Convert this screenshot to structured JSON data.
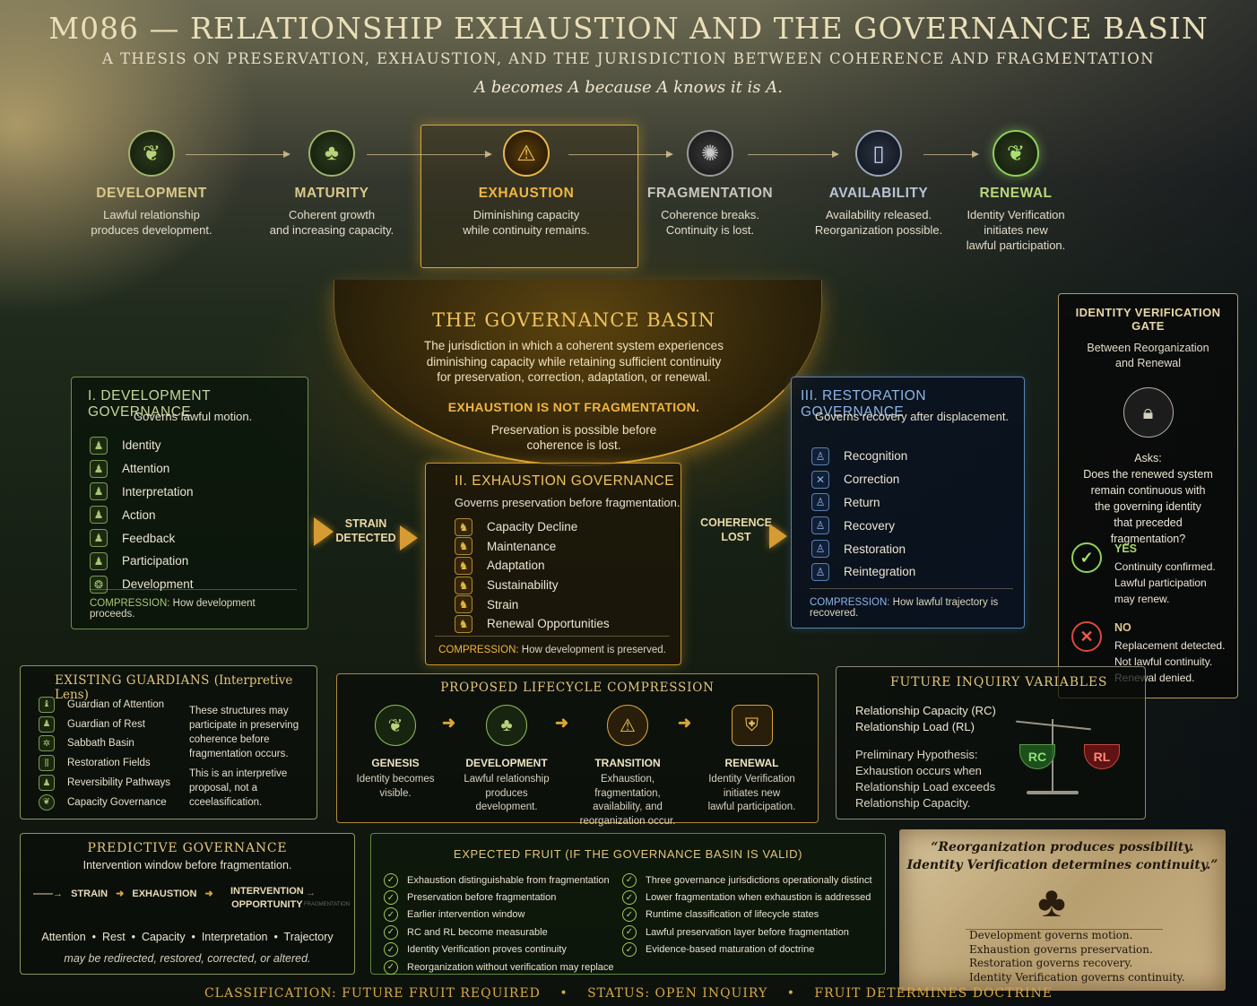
{
  "header": {
    "title": "M086 — RELATIONSHIP EXHAUSTION AND THE GOVERNANCE BASIN",
    "subtitle": "A THESIS ON PRESERVATION, EXHAUSTION, AND THE JURISDICTION BETWEEN COHERENCE AND FRAGMENTATION",
    "motto": "A becomes A because A knows it is A."
  },
  "lifecycle": [
    {
      "name": "DEVELOPMENT",
      "icon": "sprout-icon",
      "line1": "Lawful relationship",
      "line2": "produces development.",
      "line3": ""
    },
    {
      "name": "MATURITY",
      "icon": "tree-icon",
      "line1": "Coherent growth",
      "line2": "and increasing capacity.",
      "line3": ""
    },
    {
      "name": "EXHAUSTION",
      "icon": "warning-flame-icon",
      "line1": "Diminishing capacity",
      "line2": "while continuity remains.",
      "line3": ""
    },
    {
      "name": "FRAGMENTATION",
      "icon": "broken-circle-icon",
      "line1": "Coherence breaks.",
      "line2": "Continuity is lost.",
      "line3": ""
    },
    {
      "name": "AVAILABILITY",
      "icon": "doorway-icon",
      "line1": "Availability released.",
      "line2": "Reorganization possible.",
      "line3": ""
    },
    {
      "name": "RENEWAL",
      "icon": "sprout-icon",
      "line1": "Identity Verification",
      "line2": "initiates new",
      "line3": "lawful participation."
    }
  ],
  "basin": {
    "title": "THE GOVERNANCE BASIN",
    "line1": "The jurisdiction in which a coherent system experiences",
    "line2": "diminishing capacity while retaining sufficient continuity",
    "line3": "for preservation, correction, adaptation, or renewal.",
    "claim": "EXHAUSTION IS NOT FRAGMENTATION.",
    "note1": "Preservation is possible before",
    "note2": "coherence is lost."
  },
  "development_gov": {
    "title": "I. DEVELOPMENT GOVERNANCE",
    "subtitle": "Governs lawful motion.",
    "items": [
      "Identity",
      "Attention",
      "Interpretation",
      "Action",
      "Feedback",
      "Participation",
      "Development"
    ],
    "comp_label": "COMPRESSION:",
    "comp_text": "How development proceeds."
  },
  "exhaustion_gov": {
    "title": "II. EXHAUSTION GOVERNANCE",
    "subtitle": "Governs preservation before fragmentation.",
    "items": [
      "Capacity Decline",
      "Maintenance",
      "Adaptation",
      "Sustainability",
      "Strain",
      "Renewal Opportunities"
    ],
    "comp_label": "COMPRESSION:",
    "comp_text": "How development is preserved."
  },
  "restoration_gov": {
    "title": "III. RESTORATION GOVERNANCE",
    "subtitle": "Governs recovery after displacement.",
    "items": [
      "Recognition",
      "Correction",
      "Return",
      "Recovery",
      "Restoration",
      "Reintegration"
    ],
    "comp_label": "COMPRESSION:",
    "comp_text": "How lawful trajectory is recovered."
  },
  "transitions": {
    "strain_1": "STRAIN",
    "strain_2": "DETECTED",
    "lost_1": "COHERENCE",
    "lost_2": "LOST"
  },
  "gate": {
    "title": "IDENTITY VERIFICATION GATE",
    "sub1": "Between Reorganization",
    "sub2": "and Renewal",
    "asks": "Asks:",
    "q1": "Does the renewed system",
    "q2": "remain continuous with",
    "q3": "the governing identity",
    "q4": "that preceded",
    "q5": "fragmentation?",
    "yes_label": "YES",
    "yes1": "Continuity confirmed.",
    "yes2": "Lawful participation",
    "yes3": "may renew.",
    "no_label": "NO",
    "no1": "Replacement detected.",
    "no2": "Not lawful continuity.",
    "no3": "Renewal denied."
  },
  "guardians": {
    "title": "EXISTING GUARDIANS",
    "title_suffix": "(Interpretive Lens)",
    "items": [
      "Guardian of Attention",
      "Guardian of Rest",
      "Sabbath Basin",
      "Restoration Fields",
      "Reversibility Pathways",
      "Capacity Governance"
    ],
    "note1": "These structures may",
    "note2": "participate in preserving",
    "note3": "coherence before",
    "note4": "fragmentation occurs.",
    "note5": "This is an interpretive",
    "note6": "proposal, not a",
    "note7": "cceelasification."
  },
  "proposed": {
    "title": "PROPOSED LIFECYCLE COMPRESSION",
    "stages": [
      {
        "name": "GENESIS",
        "l1": "Identity becomes",
        "l2": "visible.",
        "l3": "",
        "l4": ""
      },
      {
        "name": "DEVELOPMENT",
        "l1": "Lawful relationship",
        "l2": "produces",
        "l3": "development.",
        "l4": ""
      },
      {
        "name": "TRANSITION",
        "l1": "Exhaustion,",
        "l2": "fragmentation,",
        "l3": "availability, and",
        "l4": "reorganization occur."
      },
      {
        "name": "RENEWAL",
        "l1": "Identity Verification",
        "l2": "initiates new",
        "l3": "lawful participation.",
        "l4": ""
      }
    ]
  },
  "future": {
    "title": "FUTURE INQUIRY VARIABLES",
    "var1": "Relationship Capacity (RC)",
    "var2": "Relationship Load (RL)",
    "h1": "Preliminary Hypothesis:",
    "h2": "Exhaustion occurs when",
    "h3": "Relationship Load exceeds",
    "h4": "Relationship Capacity.",
    "rc": "RC",
    "rl": "RL"
  },
  "predictive": {
    "title": "PREDICTIVE GOVERNANCE",
    "subtitle": "Intervention window before fragmentation.",
    "flow1": "STRAIN",
    "flow2": "EXHAUSTION",
    "flow3a": "INTERVENTION",
    "flow3b": "OPPORTUNITY",
    "flow4": "FRAGMENTATION",
    "factors": "Attention  •  Rest  •  Capacity  •  Interpretation  •  Trajectory",
    "tagline": "may be redirected, restored, corrected, or altered."
  },
  "fruit": {
    "title": "EXPECTED FRUIT (IF THE GOVERNANCE BASIN IS VALID)",
    "left": [
      "Exhaustion distinguishable from fragmentation",
      "Preservation before fragmentation",
      "Earlier intervention window",
      "RC and RL become measurable",
      "Identity Verification proves continuity",
      "Reorganization without verification may replace"
    ],
    "right": [
      "Three governance jurisdictions operationally distinct",
      "Lower fragmentation when exhaustion is addressed",
      "Runtime classification of lifecycle states",
      "Lawful preservation layer before fragmentation",
      "Evidence-based maturation of doctrine"
    ]
  },
  "quote": {
    "q1": "“Reorganization produces possibility.",
    "q2": "Identity Verification determines continuity.”",
    "s1": "Development governs motion.",
    "s2": "Exhaustion governs preservation.",
    "s3": "Restoration governs recovery.",
    "s4": "Identity Verification governs continuity."
  },
  "footer": {
    "classification": "CLASSIFICATION: FUTURE FRUIT REQUIRED",
    "status": "STATUS: OPEN INQUIRY",
    "doctrine": "FRUIT DETERMINES DOCTRINE"
  },
  "colors": {
    "gold": "#e8b84a",
    "green": "#8fb85a",
    "blue": "#5a84b8",
    "red": "#d94a3a"
  }
}
